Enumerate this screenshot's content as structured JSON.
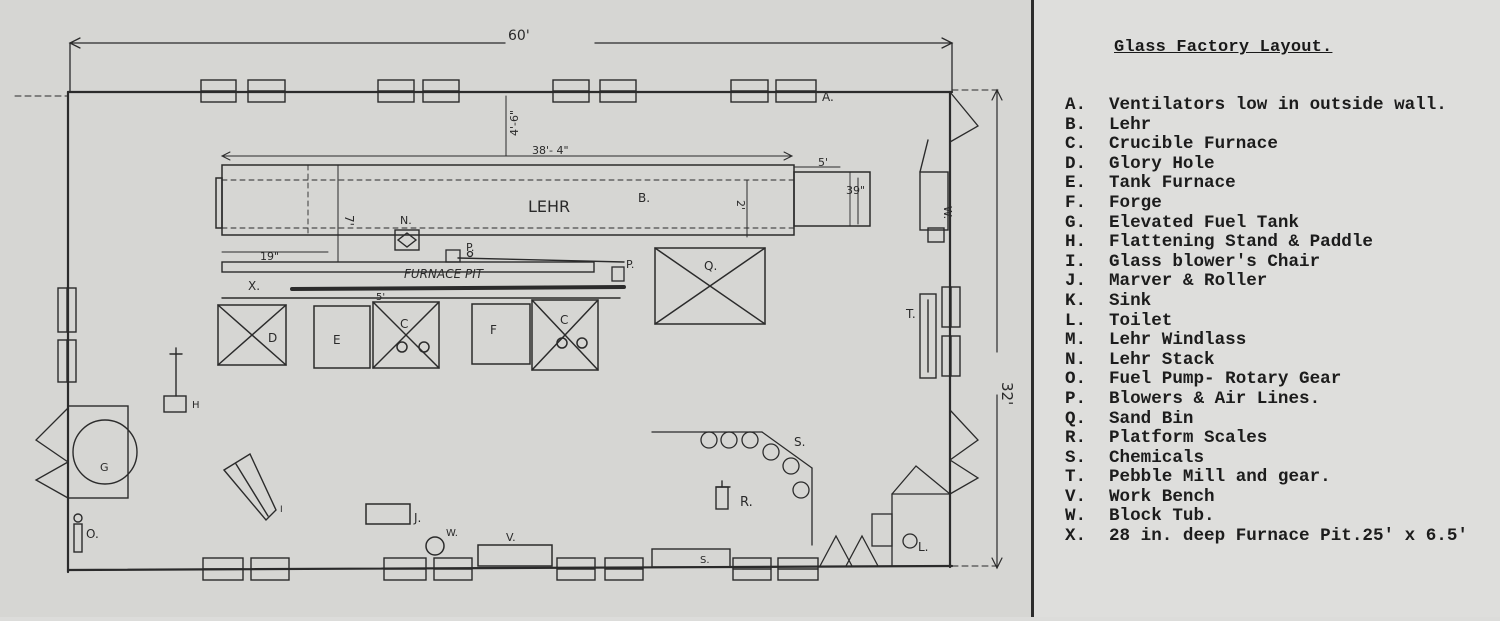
{
  "plan": {
    "dimensions": {
      "width": "60'",
      "depth": "32'",
      "lehr_length": "38'- 4\"",
      "lehr_depth": "7'",
      "lehr_offset": "4'-6\"",
      "lehr_end": "5'",
      "lehr_stack_side": "39\"",
      "lehr_inner": "2'",
      "pit_offset": "19\"",
      "pit_depth": "5'"
    },
    "labels": {
      "lehr": "LEHR",
      "furnace_pit": "FURNACE PIT",
      "a": "A.",
      "b": "B.",
      "c1": "C",
      "c2": "C",
      "d": "D",
      "e": "E",
      "f": "F",
      "g": "G",
      "h": "H",
      "i": "I",
      "j": "J.",
      "l": "L.",
      "n": "N.",
      "p1": "P.",
      "p2": "P.",
      "q": "Q.",
      "r": "R.",
      "s1": "S.",
      "s2": "S.",
      "t": "T.",
      "v": "V.",
      "w1": "W.",
      "w2": "W.",
      "x": "X.",
      "o": "O."
    }
  },
  "legend": {
    "title": "Glass Factory Layout.",
    "items": [
      {
        "key": "A.",
        "text": "Ventilators low in outside wall."
      },
      {
        "key": "B.",
        "text": "Lehr"
      },
      {
        "key": "C.",
        "text": "Crucible Furnace"
      },
      {
        "key": "D.",
        "text": "Glory Hole"
      },
      {
        "key": "E.",
        "text": "Tank Furnace"
      },
      {
        "key": "F.",
        "text": "Forge"
      },
      {
        "key": "G.",
        "text": "Elevated Fuel Tank"
      },
      {
        "key": "H.",
        "text": "Flattening Stand & Paddle"
      },
      {
        "key": "I.",
        "text": "Glass blower's Chair"
      },
      {
        "key": "J.",
        "text": "Marver & Roller"
      },
      {
        "key": "K.",
        "text": "Sink"
      },
      {
        "key": "L.",
        "text": "Toilet"
      },
      {
        "key": "M.",
        "text": "Lehr Windlass"
      },
      {
        "key": "N.",
        "text": "Lehr Stack"
      },
      {
        "key": "O.",
        "text": "Fuel Pump- Rotary Gear"
      },
      {
        "key": "P.",
        "text": "Blowers & Air Lines."
      },
      {
        "key": "Q.",
        "text": "Sand Bin"
      },
      {
        "key": "R.",
        "text": "Platform Scales"
      },
      {
        "key": "S.",
        "text": "Chemicals"
      },
      {
        "key": "T.",
        "text": "Pebble Mill and gear."
      },
      {
        "key": "V.",
        "text": "Work Bench"
      },
      {
        "key": "W.",
        "text": "Block Tub."
      },
      {
        "key": "X.",
        "text": "28 in. deep Furnace Pit.25' x 6.5'"
      }
    ]
  }
}
